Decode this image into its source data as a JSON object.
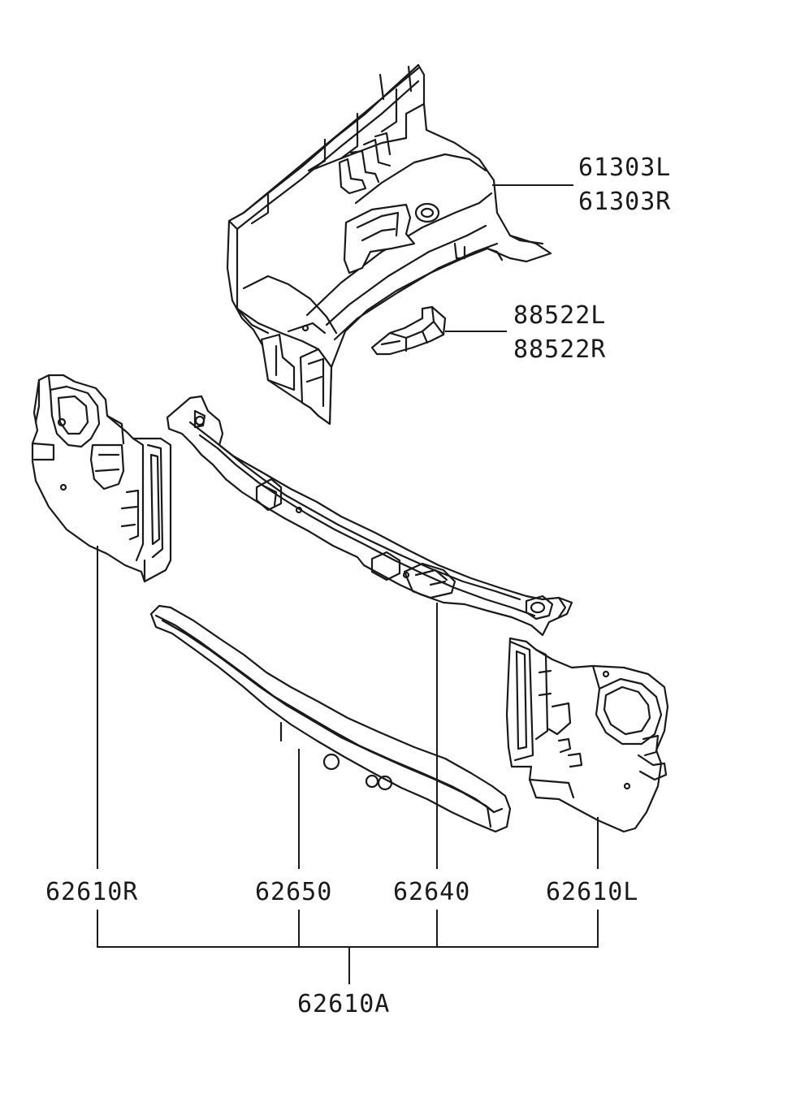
{
  "part_numbers": {
    "p61303L": "61303L",
    "p61303R": "61303R",
    "p88522L": "88522L",
    "p88522R": "88522R",
    "p62610R": "62610R",
    "p62650": "62650",
    "p62640": "62640",
    "p62610L": "62610L",
    "p62610A": "62610A"
  },
  "colors": {
    "line": "#1a1a1a",
    "background": "#ffffff"
  }
}
